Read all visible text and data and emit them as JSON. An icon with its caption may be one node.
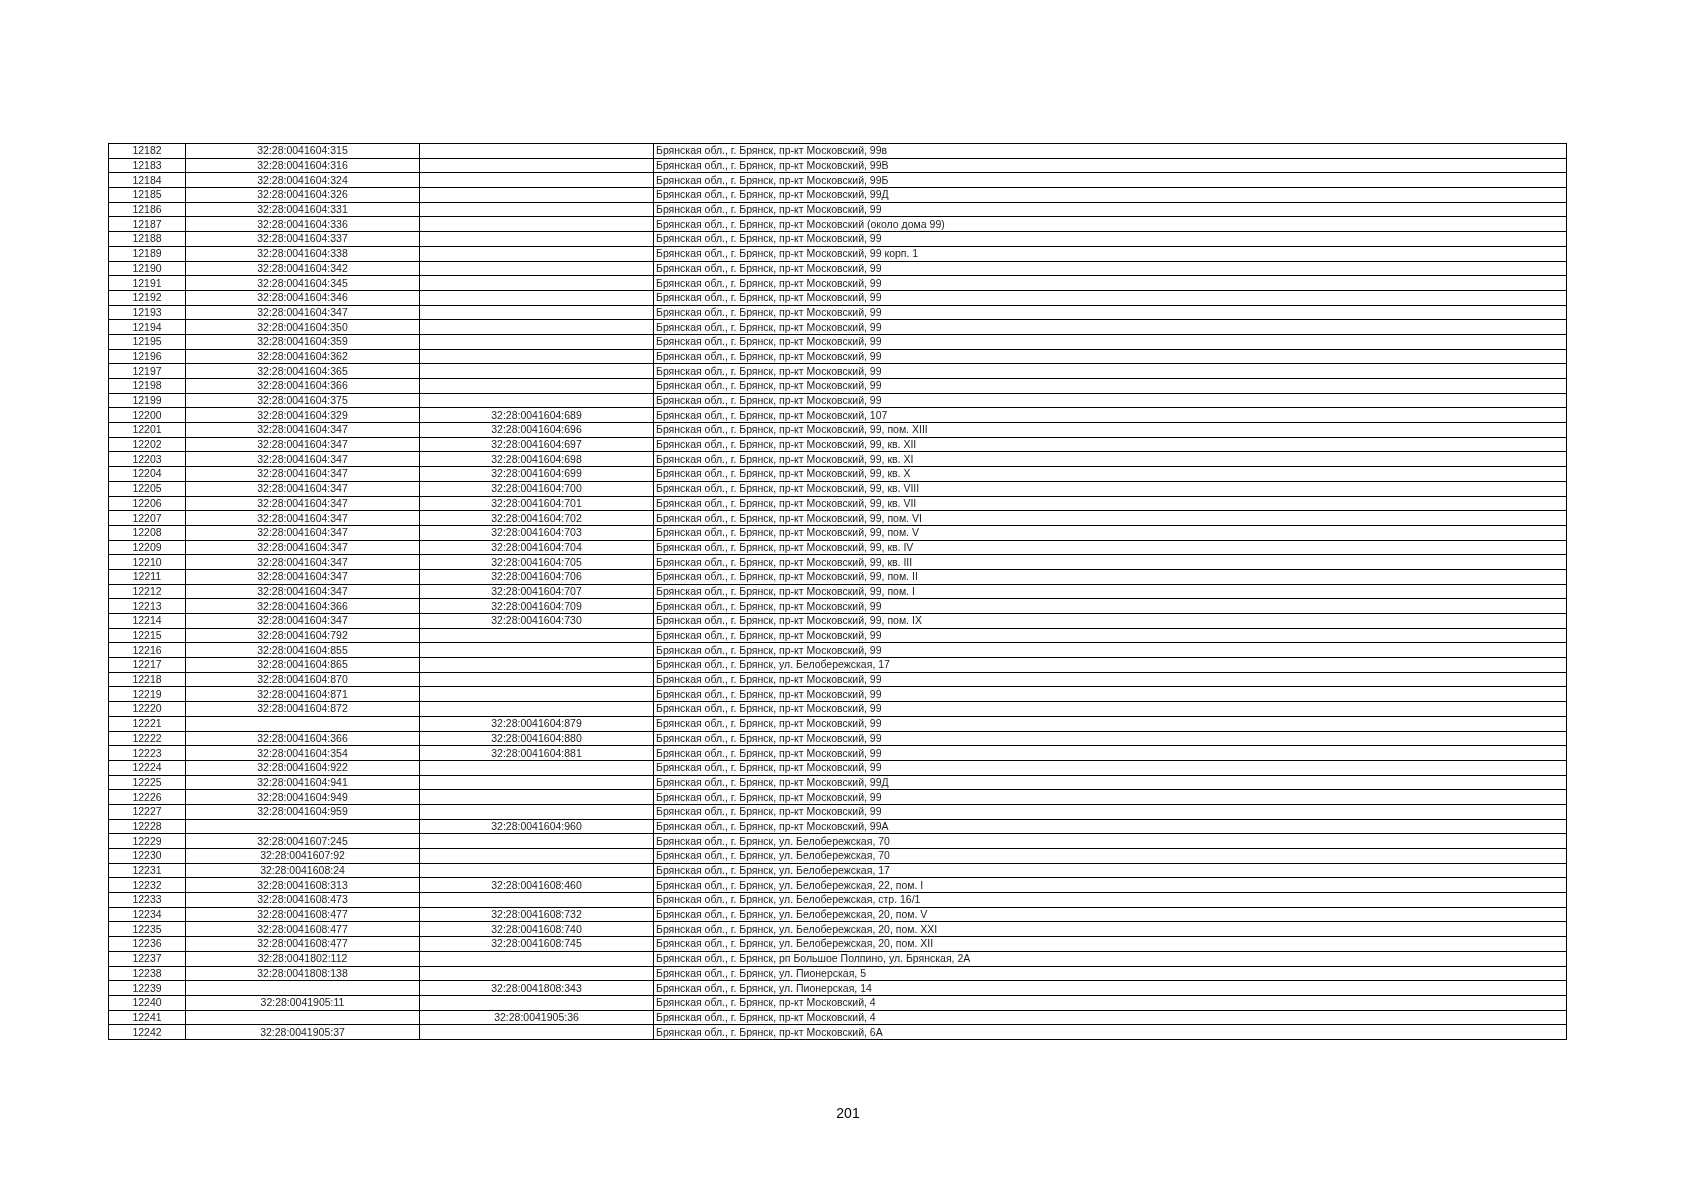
{
  "diagram": {
    "labels": [
      "12182",
      "32:28:0041604:315",
      "Брянская обл., г. Брянск, пр-кт Московский, 99в",
      "12183",
      "32:28:0041604:316",
      "Брянская обл., г. Брянск, пр-кт Московский, 99В",
      "12184",
      "32:28:0041604:324",
      "Брянская обл., г. Брянск, пр-кт Московский, 99Б",
      "12185",
      "32:28:0041604:326",
      "Брянская обл., г. Брянск, пр-кт Московский, 99Д",
      "12186",
      "32:28:0041604:331",
      "Брянская обл., г. Брянск, пр-кт Московский, 99",
      "12187",
      "32:28:0041604:336",
      "Брянская обл., г. Брянск, пр-кт Московский (около дома 99)",
      "12188",
      "32:28:0041604:337",
      "Брянская обл., г. Брянск, пр-кт Московский, 99",
      "12189",
      "32:28:0041604:338",
      "Брянская обл., г. Брянск, пр-кт Московский, 99 корп. 1",
      "12190",
      "32:28:0041604:342",
      "Брянская обл., г. Брянск, пр-кт Московский, 99",
      "12191",
      "32:28:0041604:345",
      "Брянская обл., г. Брянск, пр-кт Московский, 99",
      "12192",
      "32:28:0041604:346",
      "Брянская обл., г. Брянск, пр-кт Московский, 99",
      "12193",
      "32:28:0041604:347",
      "Брянская обл., г. Брянск, пр-кт Московский, 99",
      "12194",
      "32:28:0041604:350",
      "Брянская обл., г. Брянск, пр-кт Московский, 99",
      "12195",
      "32:28:0041604:359",
      "Брянская обл., г. Брянск, пр-кт Московский, 99",
      "12196",
      "32:28:0041604:362",
      "Брянская обл., г. Брянск, пр-кт Московский, 99",
      "12197",
      "32:28:0041604:365",
      "Брянская обл., г. Брянск, пр-кт Московский, 99",
      "12198",
      "32:28:0041604:366",
      "Брянская обл., г. Брянск, пр-кт Московский, 99",
      "12199",
      "32:28:0041604:375",
      "Брянская обл., г. Брянск, пр-кт Московский, 99",
      "12200",
      "32:28:0041604:329",
      "32:28:0041604:689",
      "Брянская обл., г. Брянск, пр-кт Московский, 107",
      "12201",
      "32:28:0041604:347",
      "32:28:0041604:696",
      "Брянская обл., г. Брянск, пр-кт Московский, 99, пом. XIII",
      "12202",
      "32:28:0041604:347",
      "32:28:0041604:697",
      "Брянская обл., г. Брянск, пр-кт Московский, 99, кв. XII",
      "12203",
      "32:28:0041604:347",
      "32:28:0041604:698",
      "Брянская обл., г. Брянск, пр-кт Московский, 99, кв. XI",
      "12204",
      "32:28:0041604:347",
      "32:28:0041604:699",
      "Брянская обл., г. Брянск, пр-кт Московский, 99, кв. X",
      "12205",
      "32:28:0041604:347",
      "32:28:0041604:700",
      "Брянская обл., г. Брянск, пр-кт Московский, 99, кв. VIII",
      "12206",
      "32:28:0041604:347",
      "32:28:0041604:701",
      "Брянская обл., г. Брянск, пр-кт Московский, 99, кв. VII",
      "12207",
      "32:28:0041604:347",
      "32:28:0041604:702",
      "Брянская обл., г. Брянск, пр-кт Московский, 99, пом. VI",
      "12208",
      "32:28:0041604:347",
      "32:28:0041604:703",
      "Брянская обл., г. Брянск, пр-кт Московский, 99, пом. V",
      "12209",
      "32:28:0041604:347",
      "32:28:0041604:704",
      "Брянская обл., г. Брянск, пр-кт Московский, 99, кв. IV",
      "12210",
      "32:28:0041604:347",
      "32:28:0041604:705",
      "Брянская обл., г. Брянск, пр-кт Московский, 99, кв. III",
      "12211",
      "32:28:0041604:347",
      "32:28:0041604:706",
      "Брянская обл., г. Брянск, пр-кт Московский, 99, пом. II",
      "12212",
      "32:28:0041604:347",
      "32:28:0041604:707",
      "Брянская обл., г. Брянск, пр-кт Московский, 99, пом. I",
      "12213",
      "32:28:0041604:366",
      "32:28:0041604:709",
      "Брянская обл., г. Брянск, пр-кт Московский, 99",
      "12214",
      "32:28:0041604:347",
      "32:28:0041604:730",
      "Брянская обл., г. Брянск, пр-кт Московский, 99, пом. IX",
      "12215",
      "32:28:0041604:792",
      "Брянская обл., г. Брянск, пр-кт Московский, 99",
      "12216",
      "32:28:0041604:855",
      "Брянская обл., г. Брянск, пр-кт Московский, 99",
      "12217",
      "32:28:0041604:865",
      "Брянская обл., г. Брянск, ул. Белобережская, 17",
      "12218",
      "32:28:0041604:870",
      "Брянская обл., г. Брянск, пр-кт Московский, 99",
      "12219",
      "32:28:0041604:871",
      "Брянская обл., г. Брянск, пр-кт Московский, 99",
      "12220",
      "32:28:0041604:872",
      "Брянская обл., г. Брянск, пр-кт Московский, 99",
      "12221",
      "32:28:0041604:879",
      "Брянская обл., г. Брянск, пр-кт Московский, 99",
      "12222",
      "32:28:0041604:366",
      "32:28:0041604:880",
      "Брянская обл., г. Брянск, пр-кт Московский, 99",
      "12223",
      "32:28:0041604:354",
      "32:28:0041604:881",
      "Брянская обл., г. Брянск, пр-кт Московский, 99",
      "12224",
      "32:28:0041604:922",
      "Брянская обл., г. Брянск, пр-кт Московский, 99",
      "12225",
      "32:28:0041604:941",
      "Брянская обл., г. Брянск, пр-кт Московский, 99Д",
      "12226",
      "32:28:0041604:949",
      "Брянская обл., г. Брянск, пр-кт Московский, 99",
      "12227",
      "32:28:0041604:959",
      "Брянская обл., г. Брянск, пр-кт Московский, 99",
      "12228",
      "32:28:0041604:960",
      "Брянская обл., г. Брянск, пр-кт Московский, 99А",
      "12229",
      "32:28:0041607:245",
      "Брянская обл., г. Брянск, ул. Белобережская, 70",
      "12230",
      "32:28:0041607:92",
      "Брянская обл., г. Брянск, ул. Белобережская, 70",
      "12231",
      "32:28:0041608:24",
      "Брянская обл., г. Брянск, ул. Белобережская, 17",
      "12232",
      "32:28:0041608:313",
      "32:28:0041608:460",
      "Брянская обл., г. Брянск, ул. Белобережская, 22, пом. I",
      "12233",
      "32:28:0041608:473",
      "Брянская обл., г. Брянск, ул. Белобережская, стр. 16/1",
      "12234",
      "32:28:0041608:477",
      "32:28:0041608:732",
      "Брянская обл., г. Брянск, ул. Белобережская, 20, пом. V",
      "12235",
      "32:28:0041608:477",
      "32:28:0041608:740",
      "Брянская обл., г. Брянск, ул. Белобережская, 20, пом. XXI",
      "12236",
      "32:28:0041608:477",
      "32:28:0041608:745",
      "Брянская обл., г. Брянск, ул. Белобережская, 20, пом. XII",
      "12237",
      "32:28:0041802:112",
      "Брянская обл., г. Брянск, рп Большое Полпино, ул. Брянская, 2А",
      "12238",
      "32:28:0041808:138",
      "Брянская обл., г. Брянск, ул. Пионерская, 5",
      "12239",
      "32:28:0041808:343",
      "Брянская обл., г. Брянск, ул. Пионерская, 14",
      "12240",
      "32:28:0041905:11",
      "Брянская обл., г. Брянск, пр-кт Московский, 4",
      "12241",
      "32:28:0041905:36",
      "Брянская обл., г. Брянск, пр-кт Московский, 4",
      "12242",
      "32:28:0041905:37",
      "Брянская обл., г. Брянск, пр-кт Московский, 6А",
      "201"
    ]
  }
}
